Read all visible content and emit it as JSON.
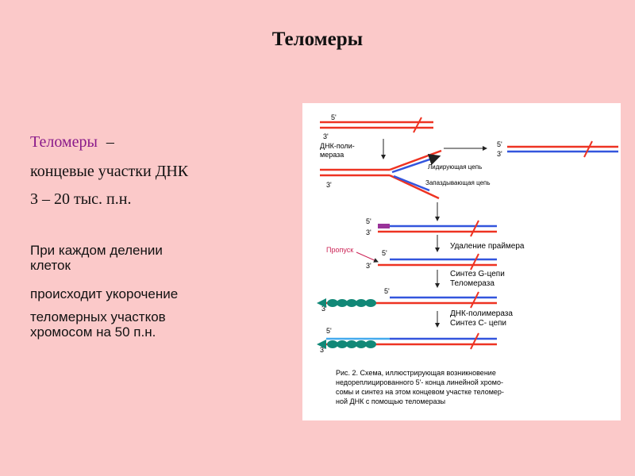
{
  "title": "Теломеры",
  "definition": {
    "term": "Теломеры",
    "dash": "–",
    "line2": "концевые участки ДНК",
    "line3": "3 – 20 тыс. п.н."
  },
  "fact": {
    "line1": "При каждом делении",
    "line2": "клеток",
    "line3": "происходит  укорочение",
    "line4": "теломерных  участков",
    "line5": "хромосом  на 50 п.н."
  },
  "figure": {
    "label_5prime": "5'",
    "label_3prime": "3'",
    "dna_polymerase_line1": "ДНК-поли-",
    "dna_polymerase_line2": "мераза",
    "leading_strand": "Лидирующая цепь",
    "lagging_strand": "Запаздывающая цепь",
    "primer_removal": "Удаление праймера",
    "gap": "Пропуск",
    "g_chain_synthesis": "Синтез G-цепи",
    "telomerase": "Теломераза",
    "dna_polymerase_full": "ДНК-полимераза",
    "c_chain_synthesis": "Синтез С- цепи",
    "caption": [
      "Рис. 2. Схема, иллюстрирующая возникновение",
      "недореплицированного 5'- конца линейной хромо-",
      "сомы и синтез на этом концевом участке теломер-",
      "ной ДНК с помощью теломеразы"
    ],
    "colors": {
      "red_strand": "#ee3322",
      "blue_strand": "#3355dd",
      "primer": "#993399",
      "telomere": "#118877"
    }
  }
}
